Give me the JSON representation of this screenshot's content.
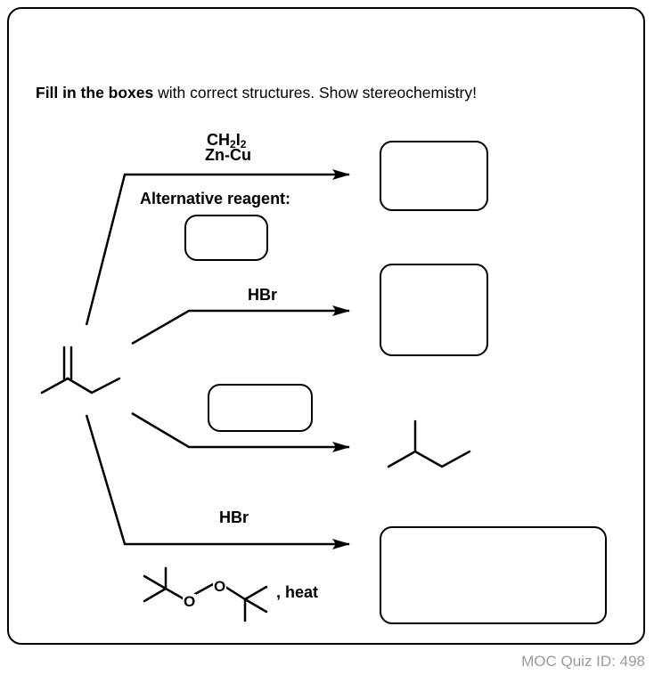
{
  "instructions": {
    "bold": "Fill in the boxes",
    "rest": " with correct structures. Show stereochemistry!"
  },
  "reactions": {
    "cyclopropanation": {
      "reagent_line1_main": "CH",
      "reagent_line1_sub1": "2",
      "reagent_line1_mid": "I",
      "reagent_line1_sub2": "2",
      "reagent_line2": "Zn-Cu",
      "alternative_label": "Alternative reagent:"
    },
    "hbr_markovnikov": {
      "reagent": "HBr"
    },
    "hbr_radical": {
      "reagent": "HBr",
      "peroxide_o1": "O",
      "peroxide_o2": "O",
      "conditions": ", heat"
    }
  },
  "footer": {
    "quiz_id": "MOC Quiz ID: 498"
  }
}
